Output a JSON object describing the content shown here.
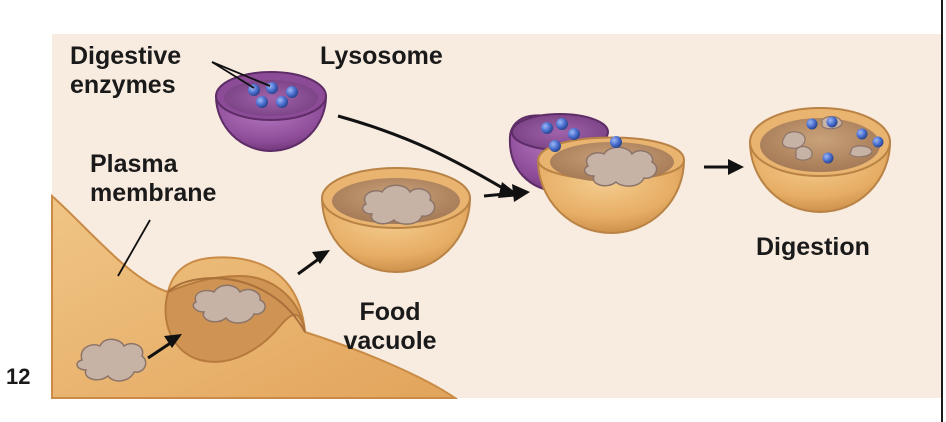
{
  "labels": {
    "digestive_enzymes": [
      "Digestive",
      "enzymes"
    ],
    "lysosome": "Lysosome",
    "plasma_membrane": [
      "Plasma",
      "membrane"
    ],
    "food_vacuole": [
      "Food",
      "vacuole"
    ],
    "digestion": "Digestion",
    "figure_number": "12"
  },
  "colors": {
    "panel_background": "#f8ebe0",
    "membrane": "#e9b470",
    "membrane_dark": "#c98b45",
    "vacuole_inner": "#b98c5f",
    "lysosome": "#9a5aa6",
    "lysosome_dark": "#6e3577",
    "enzyme": "#4a6fd0",
    "food_particle": "#c7b2a6",
    "right_border": "#1a1a1a"
  },
  "icons": [
    "arrow-icon",
    "enzyme-dot-icon",
    "food-particle-icon"
  ]
}
